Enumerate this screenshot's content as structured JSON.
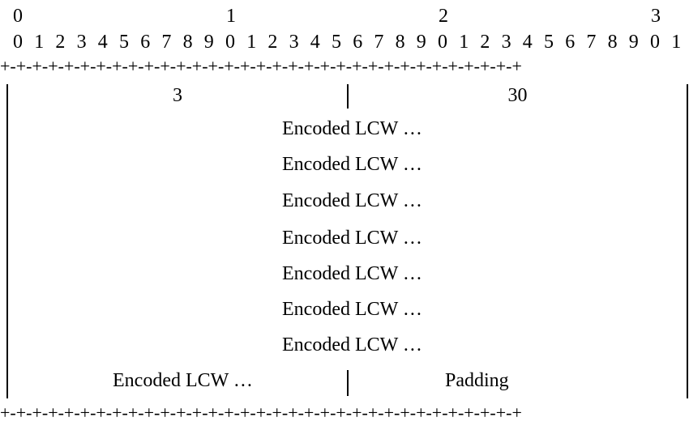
{
  "ruler": {
    "tens": [
      "0",
      "1",
      "2",
      "3"
    ],
    "units": [
      "0",
      "1",
      "2",
      "3",
      "4",
      "5",
      "6",
      "7",
      "8",
      "9",
      "0",
      "1",
      "2",
      "3",
      "4",
      "5",
      "6",
      "7",
      "8",
      "9",
      "0",
      "1",
      "2",
      "3",
      "4",
      "5",
      "6",
      "7",
      "8",
      "9",
      "0",
      "1"
    ]
  },
  "border_top": "+-+-+-+-+-+-+-+-+-+-+-+-+-+-+-+-+-+-+-+-+-+-+-+-+-+-+-+-+-+-+-+-+",
  "border_bottom": "+-+-+-+-+-+-+-+-+-+-+-+-+-+-+-+-+-+-+-+-+-+-+-+-+-+-+-+-+-+-+-+-+",
  "header_row": {
    "field_a": "3",
    "field_b": "30"
  },
  "encoded_rows": [
    "Encoded LCW …",
    "Encoded LCW …",
    "Encoded LCW …",
    "Encoded LCW …",
    "Encoded LCW …",
    "Encoded LCW …",
    "Encoded LCW …"
  ],
  "last_row": {
    "left": "Encoded LCW …",
    "right": "Padding"
  }
}
